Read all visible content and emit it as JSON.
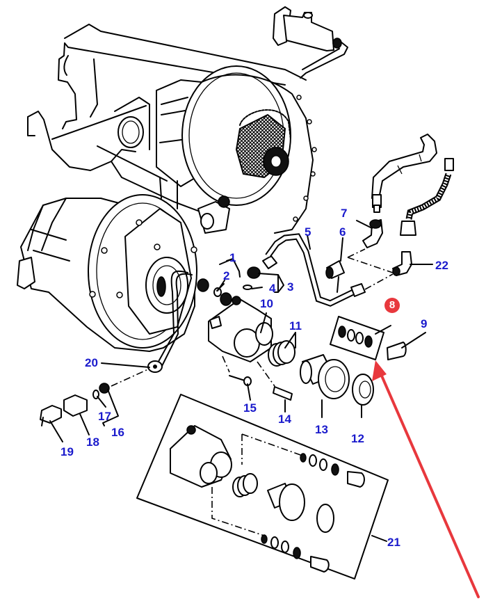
{
  "diagram": {
    "type": "exploded-parts-diagram",
    "subject": "Clutch housing with hydraulic release bearing assembly",
    "callout_color": "#1a1acc",
    "highlight_color": "#e8383d",
    "callouts": [
      {
        "id": "1",
        "label": "1"
      },
      {
        "id": "2",
        "label": "2"
      },
      {
        "id": "3",
        "label": "3"
      },
      {
        "id": "4",
        "label": "4"
      },
      {
        "id": "5",
        "label": "5"
      },
      {
        "id": "6",
        "label": "6"
      },
      {
        "id": "7",
        "label": "7"
      },
      {
        "id": "8",
        "label": "8",
        "highlighted": true
      },
      {
        "id": "9",
        "label": "9"
      },
      {
        "id": "10",
        "label": "10"
      },
      {
        "id": "11",
        "label": "11"
      },
      {
        "id": "12",
        "label": "12"
      },
      {
        "id": "13",
        "label": "13"
      },
      {
        "id": "14",
        "label": "14"
      },
      {
        "id": "15",
        "label": "15"
      },
      {
        "id": "16",
        "label": "16"
      },
      {
        "id": "17",
        "label": "17"
      },
      {
        "id": "18",
        "label": "18"
      },
      {
        "id": "19",
        "label": "19"
      },
      {
        "id": "20",
        "label": "20"
      },
      {
        "id": "21",
        "label": "21"
      },
      {
        "id": "22",
        "label": "22"
      }
    ],
    "highlight_arrow": {
      "points_to": "8",
      "color": "#e8383d"
    }
  }
}
